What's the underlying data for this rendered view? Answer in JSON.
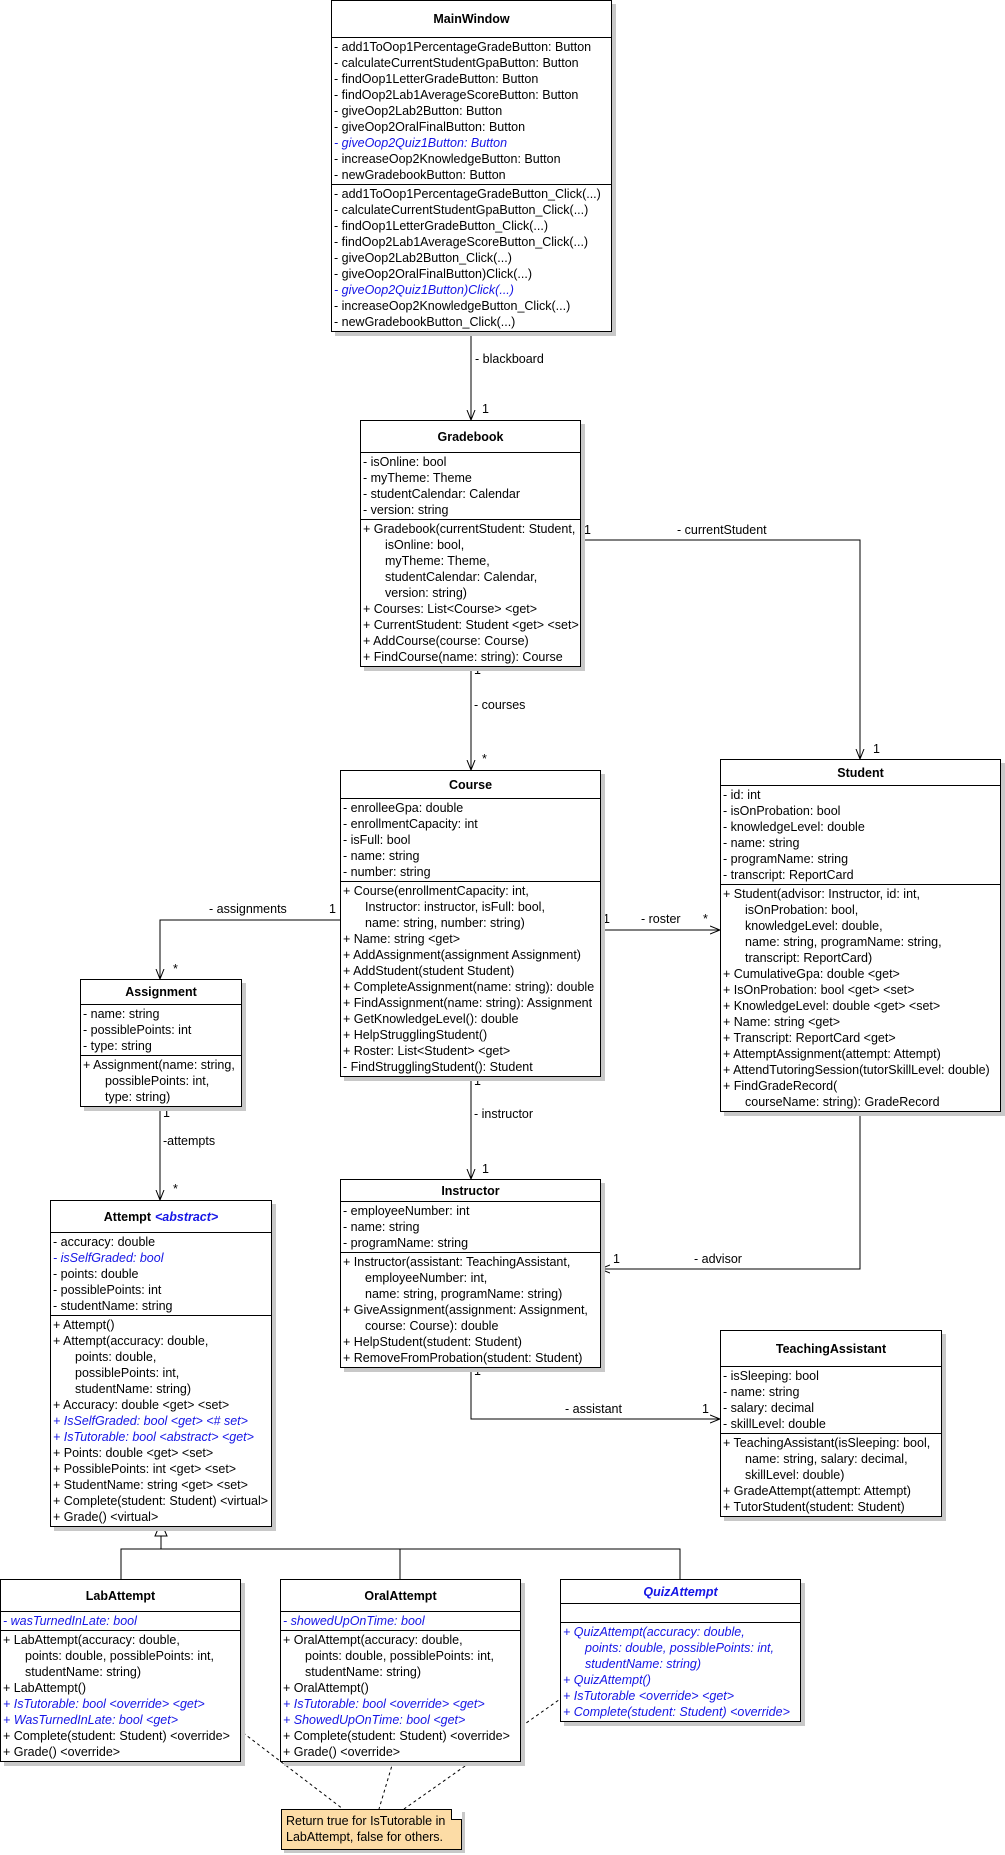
{
  "classes": {
    "mainwindow": {
      "name": "MainWindow",
      "fields": [
        {
          "text": "- add1ToOop1PercentageGradeButton: Button"
        },
        {
          "text": "- calculateCurrentStudentGpaButton: Button"
        },
        {
          "text": "- findOop1LetterGradeButton: Button"
        },
        {
          "text": "- findOop2Lab1AverageScoreButton: Button"
        },
        {
          "text": "- giveOop2Lab2Button: Button"
        },
        {
          "text": "- giveOop2OralFinalButton: Button"
        },
        {
          "text": "- giveOop2Quiz1Button: Button",
          "highlight": true
        },
        {
          "text": "- increaseOop2KnowledgeButton: Button"
        },
        {
          "text": "- newGradebookButton: Button"
        }
      ],
      "methods": [
        {
          "text": "- add1ToOop1PercentageGradeButton_Click(...)"
        },
        {
          "text": "- calculateCurrentStudentGpaButton_Click(...)"
        },
        {
          "text": "- findOop1LetterGradeButton_Click(...)"
        },
        {
          "text": "- findOop2Lab1AverageScoreButton_Click(...)"
        },
        {
          "text": "- giveOop2Lab2Button_Click(...)"
        },
        {
          "text": "- giveOop2OralFinalButton)Click(...)"
        },
        {
          "text": "- giveOop2Quiz1Button)Click(...)",
          "highlight": true
        },
        {
          "text": "- increaseOop2KnowledgeButton_Click(...)"
        },
        {
          "text": "- newGradebookButton_Click(...)"
        }
      ]
    },
    "gradebook": {
      "name": "Gradebook",
      "fields": [
        {
          "text": "- isOnline: bool"
        },
        {
          "text": "- myTheme: Theme"
        },
        {
          "text": "- studentCalendar: Calendar"
        },
        {
          "text": "- version: string"
        }
      ],
      "methods": [
        {
          "text": "+ Gradebook(currentStudent: Student,"
        },
        {
          "text": "isOnline: bool,",
          "cont": true
        },
        {
          "text": "myTheme: Theme,",
          "cont": true
        },
        {
          "text": "studentCalendar: Calendar,",
          "cont": true
        },
        {
          "text": "version: string)",
          "cont": true
        },
        {
          "text": "+ Courses: List<Course> <get>"
        },
        {
          "text": "+ CurrentStudent: Student <get> <set>"
        },
        {
          "text": "+ AddCourse(course: Course)"
        },
        {
          "text": "+ FindCourse(name: string): Course"
        }
      ]
    },
    "course": {
      "name": "Course",
      "fields": [
        {
          "text": "- enrolleeGpa: double"
        },
        {
          "text": "- enrollmentCapacity: int"
        },
        {
          "text": "- isFull: bool"
        },
        {
          "text": "- name: string"
        },
        {
          "text": "- number: string"
        }
      ],
      "methods": [
        {
          "text": "+ Course(enrollmentCapacity: int,"
        },
        {
          "text": "Instructor: instructor, isFull: bool,",
          "cont": true
        },
        {
          "text": "name: string, number: string)",
          "cont": true
        },
        {
          "text": "+ Name: string <get>"
        },
        {
          "text": "+ AddAssignment(assignment Assignment)"
        },
        {
          "text": "+ AddStudent(student Student)"
        },
        {
          "text": "+ CompleteAssignment(name: string): double"
        },
        {
          "text": "+ FindAssignment(name: string): Assignment"
        },
        {
          "text": "+ GetKnowledgeLevel(): double"
        },
        {
          "text": "+ HelpStrugglingStudent()"
        },
        {
          "text": "+ Roster: List<Student> <get>"
        },
        {
          "text": "- FindStrugglingStudent(): Student"
        }
      ]
    },
    "student": {
      "name": "Student",
      "fields": [
        {
          "text": "- id: int"
        },
        {
          "text": "- isOnProbation: bool"
        },
        {
          "text": "- knowledgeLevel: double"
        },
        {
          "text": "- name: string"
        },
        {
          "text": "- programName: string"
        },
        {
          "text": "- transcript: ReportCard"
        }
      ],
      "methods": [
        {
          "text": "+ Student(advisor: Instructor, id: int,"
        },
        {
          "text": "isOnProbation: bool,",
          "cont": true
        },
        {
          "text": "knowledgeLevel: double,",
          "cont": true
        },
        {
          "text": "name: string, programName: string,",
          "cont": true
        },
        {
          "text": "transcript: ReportCard)",
          "cont": true
        },
        {
          "text": "+ CumulativeGpa: double <get>"
        },
        {
          "text": "+ IsOnProbation: bool <get> <set>"
        },
        {
          "text": "+ KnowledgeLevel: double <get> <set>"
        },
        {
          "text": "+ Name: string <get>"
        },
        {
          "text": "+ Transcript: ReportCard <get>"
        },
        {
          "text": "+ AttemptAssignment(attempt: Attempt)"
        },
        {
          "text": "+ AttendTutoringSession(tutorSkillLevel: double)"
        },
        {
          "text": "+ FindGradeRecord("
        },
        {
          "text": "courseName: string): GradeRecord",
          "cont": true
        }
      ]
    },
    "assignment": {
      "name": "Assignment",
      "fields": [
        {
          "text": "- name: string"
        },
        {
          "text": "- possiblePoints: int"
        },
        {
          "text": "- type: string"
        }
      ],
      "methods": [
        {
          "text": "+ Assignment(name: string,"
        },
        {
          "text": "possiblePoints: int,",
          "cont": true
        },
        {
          "text": "type: string)",
          "cont": true
        }
      ]
    },
    "attempt": {
      "name": "Attempt",
      "stereotype": "<abstract>",
      "fields": [
        {
          "text": "- accuracy: double"
        },
        {
          "text": "- isSelfGraded: bool",
          "highlight": true
        },
        {
          "text": "- points: double"
        },
        {
          "text": "- possiblePoints: int"
        },
        {
          "text": "- studentName: string"
        }
      ],
      "methods": [
        {
          "text": "+ Attempt()"
        },
        {
          "text": "+ Attempt(accuracy: double,"
        },
        {
          "text": "points: double,",
          "cont": true
        },
        {
          "text": "possiblePoints: int,",
          "cont": true
        },
        {
          "text": "studentName: string)",
          "cont": true
        },
        {
          "text": "+ Accuracy: double <get> <set>"
        },
        {
          "text": "+ IsSelfGraded: bool <get> <# set>",
          "highlight": true
        },
        {
          "text": "+ IsTutorable: bool <abstract> <get>",
          "highlight": true
        },
        {
          "text": "+ Points: double <get> <set>"
        },
        {
          "text": "+ PossiblePoints: int <get> <set>"
        },
        {
          "text": "+ StudentName: string <get> <set>"
        },
        {
          "text": "+ Complete(student: Student) <virtual>"
        },
        {
          "text": "+ Grade() <virtual>"
        }
      ]
    },
    "instructor": {
      "name": "Instructor",
      "fields": [
        {
          "text": "- employeeNumber: int"
        },
        {
          "text": "- name: string"
        },
        {
          "text": "- programName: string"
        }
      ],
      "methods": [
        {
          "text": "+ Instructor(assistant: TeachingAssistant,"
        },
        {
          "text": "employeeNumber: int,",
          "cont": true
        },
        {
          "text": "name: string, programName: string)",
          "cont": true
        },
        {
          "text": "+ GiveAssignment(assignment: Assignment,"
        },
        {
          "text": "course: Course): double",
          "cont": true
        },
        {
          "text": "+ HelpStudent(student: Student)"
        },
        {
          "text": "+ RemoveFromProbation(student: Student)"
        }
      ]
    },
    "teachingassistant": {
      "name": "TeachingAssistant",
      "fields": [
        {
          "text": "- isSleeping: bool"
        },
        {
          "text": "- name: string"
        },
        {
          "text": "- salary: decimal"
        },
        {
          "text": "- skillLevel: double"
        }
      ],
      "methods": [
        {
          "text": "+ TeachingAssistant(isSleeping: bool,"
        },
        {
          "text": "name: string, salary: decimal,",
          "cont": true
        },
        {
          "text": "skillLevel: double)",
          "cont": true
        },
        {
          "text": "+ GradeAttempt(attempt: Attempt)"
        },
        {
          "text": "+ TutorStudent(student: Student)"
        }
      ]
    },
    "labattempt": {
      "name": "LabAttempt",
      "fields": [
        {
          "text": "- wasTurnedInLate: bool",
          "highlight": true
        }
      ],
      "methods": [
        {
          "text": "+ LabAttempt(accuracy: double,"
        },
        {
          "text": "points: double, possiblePoints: int,",
          "cont": true
        },
        {
          "text": "studentName: string)",
          "cont": true
        },
        {
          "text": "+ LabAttempt()"
        },
        {
          "text": "+ IsTutorable: bool <override> <get>",
          "highlight": true
        },
        {
          "text": "+ WasTurnedInLate: bool <get>",
          "highlight": true
        },
        {
          "text": "+ Complete(student: Student) <override>"
        },
        {
          "text": "+ Grade() <override>"
        }
      ]
    },
    "oralattempt": {
      "name": "OralAttempt",
      "fields": [
        {
          "text": "- showedUpOnTime: bool",
          "highlight": true
        }
      ],
      "methods": [
        {
          "text": "+ OralAttempt(accuracy: double,"
        },
        {
          "text": "points: double, possiblePoints: int,",
          "cont": true
        },
        {
          "text": "studentName: string)",
          "cont": true
        },
        {
          "text": "+ OralAttempt()"
        },
        {
          "text": "+ IsTutorable: bool <override> <get>",
          "highlight": true
        },
        {
          "text": "+ ShowedUpOnTime: bool <get>",
          "highlight": true
        },
        {
          "text": "+ Complete(student: Student) <override>"
        },
        {
          "text": "+ Grade() <override>"
        }
      ]
    },
    "quizattempt": {
      "name": "QuizAttempt",
      "highlight": true,
      "fields": [],
      "methods": [
        {
          "text": "+ QuizAttempt(accuracy: double,",
          "highlight": true
        },
        {
          "text": "points: double, possiblePoints: int,",
          "cont": true,
          "highlight": true
        },
        {
          "text": "studentName: string)",
          "cont": true,
          "highlight": true
        },
        {
          "text": "+ QuizAttempt()",
          "highlight": true
        },
        {
          "text": "+ IsTutorable <override> <get>",
          "highlight": true
        },
        {
          "text": "+ Complete(student: Student) <override>",
          "highlight": true
        }
      ]
    }
  },
  "associations": {
    "blackboard": {
      "role": "- blackboard",
      "source_mult": "1",
      "target_mult": "1"
    },
    "currentStudent": {
      "role": "- currentStudent",
      "source_mult": "1",
      "target_mult": "1"
    },
    "courses": {
      "role": "- courses",
      "source_mult": "1",
      "target_mult": "*"
    },
    "assignments": {
      "role": "- assignments",
      "source_mult": "1",
      "target_mult": "*"
    },
    "roster": {
      "role": "- roster",
      "source_mult": "1",
      "target_mult": "*"
    },
    "attempts": {
      "role": "-attempts",
      "source_mult": "1",
      "target_mult": "*"
    },
    "instructor": {
      "role": "- instructor",
      "source_mult": "1",
      "target_mult": "1"
    },
    "advisor": {
      "role": "- advisor",
      "target_mult": "1"
    },
    "assistant": {
      "role": "- assistant",
      "source_mult": "1",
      "target_mult": "1"
    }
  },
  "note": {
    "text_line1": "Return true for IsTutorable in",
    "text_line2": "LabAttempt, false for others."
  },
  "colors": {
    "highlight": "#1515e6",
    "note_fill": "#fcdca6",
    "shadow": "#c8c8c8"
  }
}
